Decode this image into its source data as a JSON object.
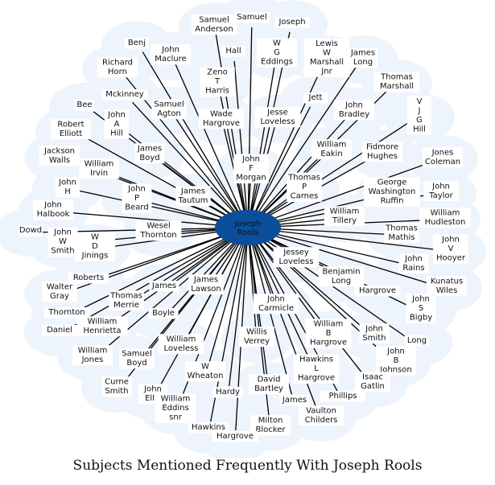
{
  "center": {
    "name": "Joseph Rools",
    "color": "#0b4f9c"
  },
  "edge_color": "#000000",
  "halo_color": "#eef4fc",
  "caption": "Subjects Mentioned Frequently With Joseph Rools",
  "nodes": [
    "Samuel Anderson",
    "Samuel",
    "Joseph",
    "Benj",
    "John Maclure",
    "Hall",
    "W G Eddings",
    "Lewis W Marshall Jnr",
    "James Long",
    "Richard Horn",
    "Zeno T Harris",
    "Thomas Marshall",
    "Mckinney",
    "Samuel Agton",
    "Jett",
    "Bee",
    "John Bradley",
    "John A Hill",
    "Wade Hargrove",
    "Jesse Loveless",
    "V J G Hill",
    "Robert Elliott",
    "William Eakin",
    "Fidmore Hughes",
    "James Boyd",
    "John F Morgan",
    "Jones Coleman",
    "Jackson Walls",
    "William Irvin",
    "Thomas P Carnes",
    "George Washington Ruffin",
    "John H",
    "John P Beard",
    "James Tautum",
    "John Taylor",
    "John Halbook",
    "William Tillery",
    "William Hudleston",
    "Wesel Thornton",
    "Thomas Mathis",
    "John V Hooyer",
    "Dowd",
    "John W Smith",
    "W D Jinings",
    "Jessey Loveless",
    "John Rains",
    "Benjamin Long",
    "Roberts",
    "Kunatus Wiles",
    "Walter Gray",
    "Thomas Merrie",
    "James",
    "James Lawson",
    "Hargrove",
    "Thornton",
    "John Carmicle",
    "John S Bigby",
    "Boyle",
    "Daniel",
    "William Henrietta",
    "William B Hargrove",
    "John Smith",
    "Willis Verrey",
    "Long",
    "William Jones",
    "Samuel Boyd",
    "William Loveless",
    "John B Johnson",
    "Curne Smith",
    "W Wheaton",
    "Hawkins L Hargrove",
    "Isaac Gatlin",
    "John Ellis",
    "Hardy",
    "David Bartley",
    "Phillips",
    "William Eddins snr",
    "James",
    "Vaulton Childers",
    "Hawkins",
    "Milton Blocker",
    "Hargrove"
  ]
}
